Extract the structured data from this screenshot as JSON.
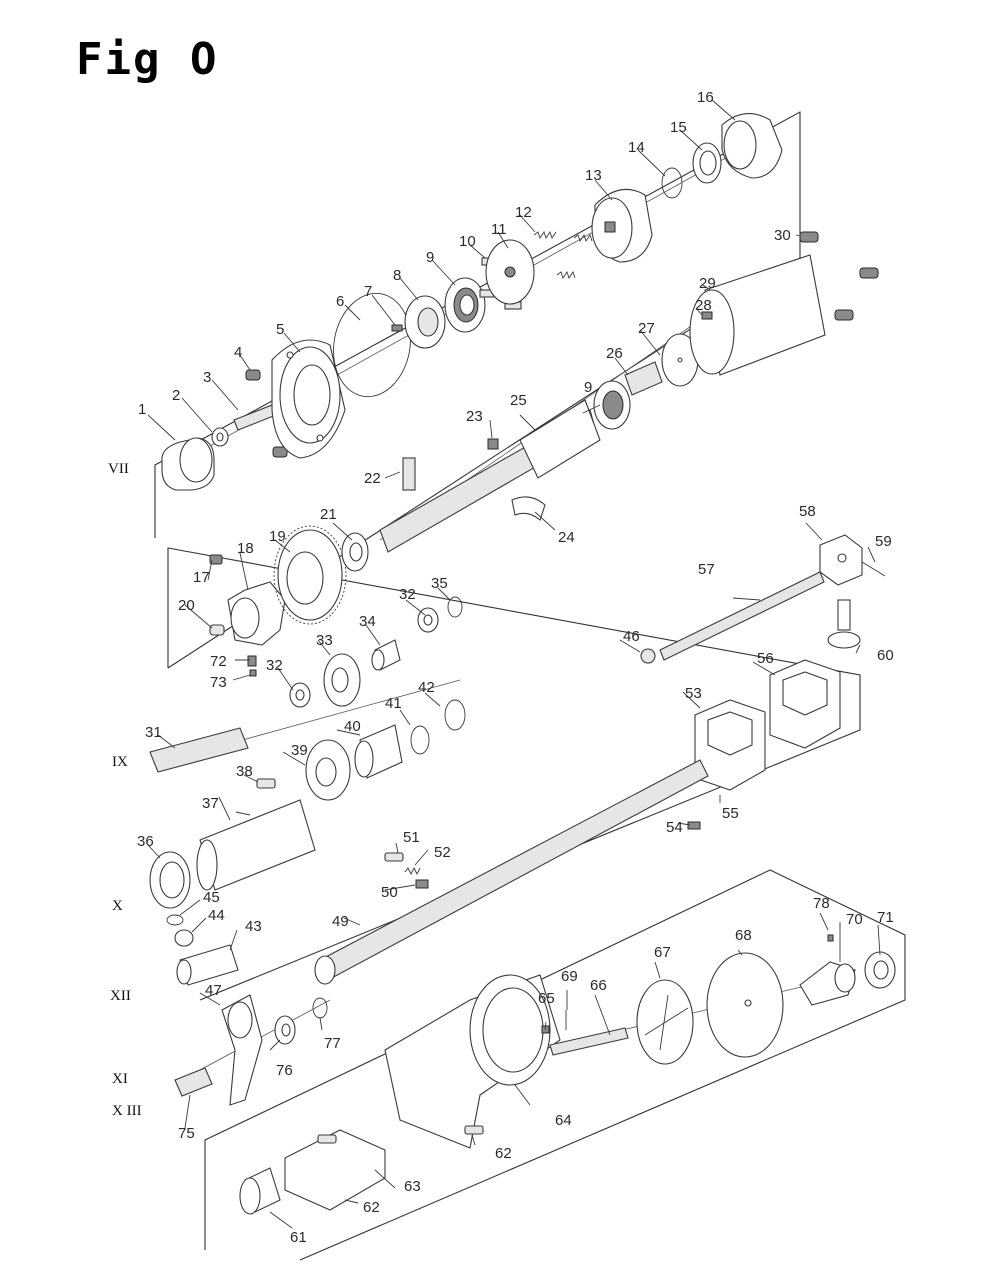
{
  "title": "Fig O",
  "section_labels": [
    "VII",
    "IX",
    "X",
    "XII",
    "XI",
    "X III"
  ],
  "part_numbers": [
    "1",
    "2",
    "3",
    "4",
    "5",
    "6",
    "7",
    "8",
    "9",
    "10",
    "11",
    "12",
    "13",
    "14",
    "15",
    "16",
    "17",
    "18",
    "19",
    "20",
    "21",
    "22",
    "23",
    "24",
    "25",
    "9",
    "26",
    "27",
    "28",
    "29",
    "30",
    "31",
    "32",
    "32",
    "33",
    "34",
    "35",
    "36",
    "37",
    "38",
    "39",
    "40",
    "41",
    "42",
    "43",
    "44",
    "45",
    "46",
    "47",
    "49",
    "50",
    "51",
    "52",
    "53",
    "54",
    "55",
    "56",
    "57",
    "58",
    "59",
    "60",
    "61",
    "62",
    "62",
    "63",
    "64",
    "65",
    "66",
    "67",
    "68",
    "69",
    "70",
    "71",
    "72",
    "73",
    "75",
    "76",
    "77",
    "78"
  ]
}
